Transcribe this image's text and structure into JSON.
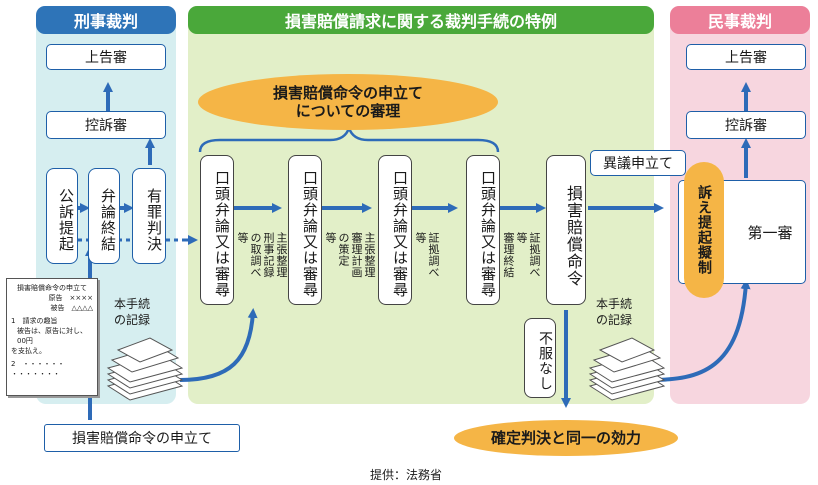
{
  "panels": {
    "criminal_title": "刑事裁判",
    "special_title": "損害賠償請求に関する裁判手続の特例",
    "civil_title": "民事裁判"
  },
  "criminal": {
    "supreme": "上告審",
    "appeal": "控訴審",
    "prosecution": "公訴提起",
    "closing": "弁論終結",
    "guilty": "有罪判決"
  },
  "special": {
    "hearing_oval_line1": "損害賠償命令の申立て",
    "hearing_oval_line2": "についての審理",
    "oral_boxes": [
      "口頭弁論又は審尋",
      "口頭弁論又は審尋",
      "口頭弁論又は審尋",
      "口頭弁論又は審尋"
    ],
    "note1": "主張整理\n刑事記録\nの取調べ\n等",
    "note2": "主張整理\n審理計画\nの策定\n等",
    "note3": "証拠調べ\n等",
    "note4": "証拠調べ\n等\n審理終結",
    "order_box": "損害賠償命令",
    "objection": "異議申立て",
    "no_objection": "不服なし",
    "result_oval": "確定判決と同一の効力",
    "record_left": "本手続\nの記録",
    "record_right": "本手続\nの記録"
  },
  "civil": {
    "supreme": "上告審",
    "appeal": "控訴審",
    "first": "第一審",
    "deemed": "訴え提起擬制"
  },
  "doc": {
    "title": "損害賠償命令の申立て",
    "plaintiff": "原告　××××",
    "defendant": "被告　△△△△",
    "item1": "1　請求の趣旨",
    "item1_body": "被告は、原告に対し、00円",
    "item1_body2": "を支払え。",
    "item2": "2　・・・・・・",
    "dots": "・・・・・・・"
  },
  "application_label": "損害賠償命令の申立て",
  "credit": "提供：法務省",
  "colors": {
    "criminal_bg": "#d6eef0",
    "criminal_hdr": "#2e74b8",
    "special_bg": "#e2efc8",
    "special_hdr": "#4aa83a",
    "civil_bg": "#f7d6df",
    "civil_hdr": "#ec7f99",
    "arrow": "#2e6bb8",
    "oval": "#f5b546"
  }
}
